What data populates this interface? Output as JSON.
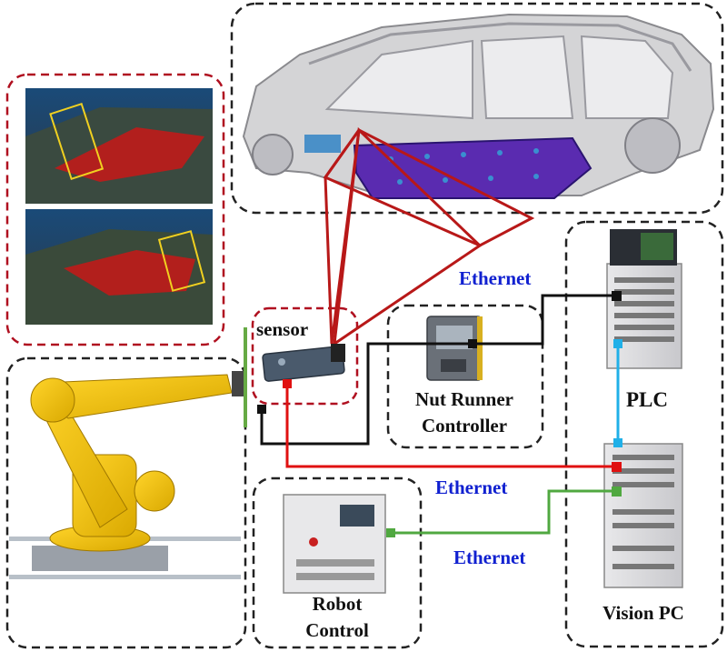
{
  "labels": {
    "sensor": "sensor",
    "nut_runner_line1": "Nut Runner",
    "nut_runner_line2": "Controller",
    "plc": "PLC",
    "vision_pc": "Vision PC",
    "robot_control_line1": "Robot",
    "robot_control_line2": "Control",
    "ethernet_top": "Ethernet",
    "ethernet_middle": "Ethernet",
    "ethernet_bottom": "Ethernet"
  },
  "colors": {
    "box_border": "#222222",
    "scan_box_border": "#b01020",
    "ethernet_text": "#1020d0",
    "line_black": "#111111",
    "line_red": "#e01010",
    "line_cyan": "#20b0e8",
    "line_green": "#50a840",
    "triangle_red": "#b81818"
  }
}
